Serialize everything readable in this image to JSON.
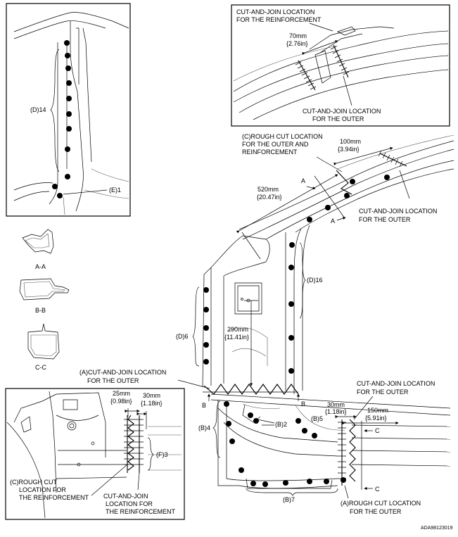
{
  "inset_top_right": {
    "reinforcement_label_line1": "CUT-AND-JOIN LOCATION",
    "reinforcement_label_line2": "FOR THE REINFORCEMENT",
    "dim_mm": "70mm",
    "dim_in": "{2.76in}",
    "outer_label_line1": "CUT-AND-JOIN LOCATION",
    "outer_label_line2": "FOR THE OUTER"
  },
  "inset_top_left": {
    "label_d14": "(D)14",
    "label_e1": "(E)1"
  },
  "sections": {
    "aa": "A-A",
    "bb": "B-B",
    "cc": "C-C"
  },
  "main": {
    "rough_cut_c_line1": "(C)ROUGH CUT LOCATION",
    "rough_cut_c_line2": "FOR THE OUTER AND",
    "rough_cut_c_line3": "REINFORCEMENT",
    "dim_100_mm": "100mm",
    "dim_100_in": "{3.94in}",
    "dim_520_mm": "520mm",
    "dim_520_in": "{20.47in}",
    "section_a": "A",
    "section_b": "B",
    "section_c": "C",
    "cut_join_outer_right_line1": "CUT-AND-JOIN LOCATION",
    "cut_join_outer_right_line2": "FOR THE OUTER",
    "label_d16": "(D)16",
    "label_d6": "(D)6",
    "dim_290_mm": "290mm",
    "dim_290_in": "{11.41in}",
    "a_cut_join_line1": "(A)CUT-AND-JOIN LOCATION",
    "a_cut_join_line2": "FOR THE OUTER",
    "cut_join_outer_lower_line1": "CUT-AND-JOIN LOCATION",
    "cut_join_outer_lower_line2": "FOR THE OUTER",
    "dim_30_mm": "30mm",
    "dim_30_in": "{1.18in}",
    "dim_150_mm": "150mm",
    "dim_150_in": "{5.91in}",
    "label_b4": "(B)4",
    "label_b2": "(B)2",
    "label_b5": "(B)5",
    "label_b7": "(B)7",
    "a_rough_cut_line1": "(A)ROUGH CUT LOCATION",
    "a_rough_cut_line2": "FOR THE OUTER"
  },
  "inset_bottom_left": {
    "dim_25_mm": "25mm",
    "dim_25_in": "{0.98in}",
    "dim_30_mm": "30mm",
    "dim_30_in": "{1.18in}",
    "label_f3": "(F)3",
    "rough_cut_line1": "(C)ROUGH CUT",
    "rough_cut_line2": "LOCATION FOR",
    "rough_cut_line3": "THE REINFORCEMENT",
    "cut_join_line1": "CUT-AND-JOIN",
    "cut_join_line2": "LOCATION FOR",
    "cut_join_line3": "THE REINFORCEMENT"
  },
  "figure_code": "ADA98123019"
}
